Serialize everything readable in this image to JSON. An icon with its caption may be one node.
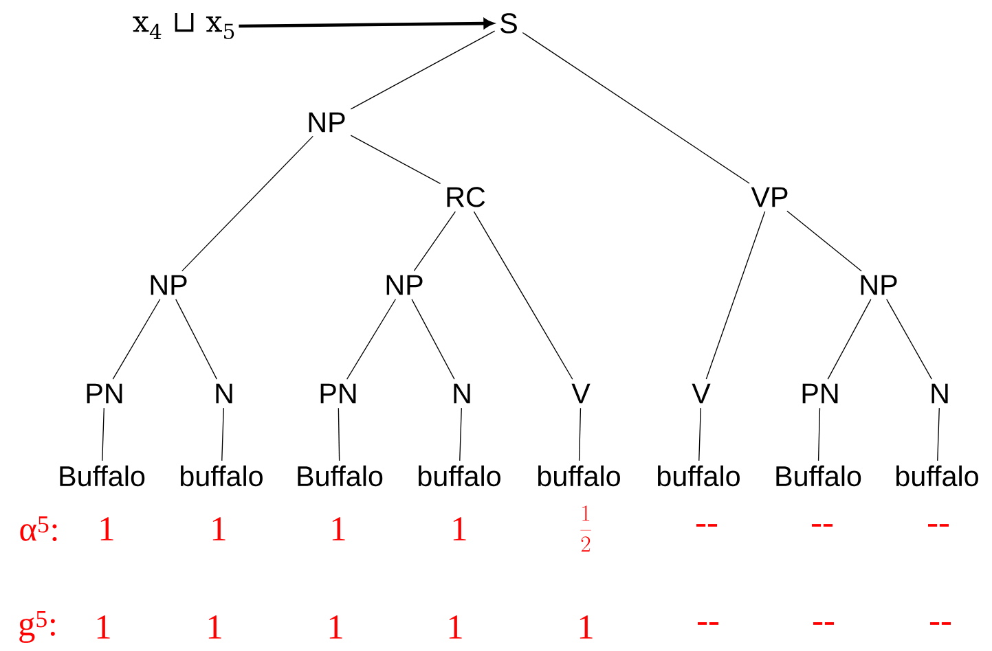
{
  "diagram": {
    "nodes": [
      {
        "text": [
          "x$_{4}$ ⊔ x$_{5}$"
        ]
      },
      {
        "text": [
          "S"
        ]
      },
      {
        "text": [
          "NP"
        ]
      },
      {
        "text": [
          "RC"
        ]
      },
      {
        "text": [
          "VP"
        ]
      },
      {
        "text": [
          "NP"
        ]
      },
      {
        "text": [
          "NP"
        ]
      },
      {
        "text": [
          "NP"
        ]
      },
      {
        "text": [
          "PN"
        ]
      },
      {
        "text": [
          "N"
        ]
      },
      {
        "text": [
          "PN"
        ]
      },
      {
        "text": [
          "N"
        ]
      },
      {
        "text": [
          "V"
        ]
      },
      {
        "text": [
          "V"
        ]
      },
      {
        "text": [
          "PN"
        ]
      },
      {
        "text": [
          "N"
        ]
      },
      {
        "text": [
          "Buffalo"
        ]
      },
      {
        "text": [
          "buffalo"
        ]
      },
      {
        "text": [
          "Buffalo"
        ]
      },
      {
        "text": [
          "buffalo"
        ]
      },
      {
        "text": [
          "buffalo"
        ]
      },
      {
        "text": [
          "buffalo"
        ]
      },
      {
        "text": [
          "Buffalo"
        ]
      },
      {
        "text": [
          "buffalo"
        ]
      }
    ],
    "edges": [
      {
        "from": 0,
        "to": 1,
        "arrow": "to",
        "style": "thick"
      },
      {
        "from": 1,
        "to": 2,
        "arrow": "none"
      },
      {
        "from": 1,
        "to": 4,
        "arrow": "none"
      },
      {
        "from": 2,
        "to": 5,
        "arrow": "none"
      },
      {
        "from": 2,
        "to": 3,
        "arrow": "none"
      },
      {
        "from": 3,
        "to": 6,
        "arrow": "none"
      },
      {
        "from": 3,
        "to": 12,
        "arrow": "none"
      },
      {
        "from": 4,
        "to": 13,
        "arrow": "none"
      },
      {
        "from": 4,
        "to": 7,
        "arrow": "none"
      },
      {
        "from": 5,
        "to": 8,
        "arrow": "none"
      },
      {
        "from": 5,
        "to": 9,
        "arrow": "none"
      },
      {
        "from": 6,
        "to": 10,
        "arrow": "none"
      },
      {
        "from": 6,
        "to": 11,
        "arrow": "none"
      },
      {
        "from": 7,
        "to": 14,
        "arrow": "none"
      },
      {
        "from": 7,
        "to": 15,
        "arrow": "none"
      },
      {
        "from": 8,
        "to": 16,
        "arrow": "none"
      },
      {
        "from": 9,
        "to": 17,
        "arrow": "none"
      },
      {
        "from": 10,
        "to": 18,
        "arrow": "none"
      },
      {
        "from": 11,
        "to": 19,
        "arrow": "none"
      },
      {
        "from": 12,
        "to": 20,
        "arrow": "none"
      },
      {
        "from": 13,
        "to": 21,
        "arrow": "none"
      },
      {
        "from": 14,
        "to": 22,
        "arrow": "none"
      },
      {
        "from": 15,
        "to": 23,
        "arrow": "none"
      }
    ],
    "labels": [
      "α$^{5}$:",
      "1",
      "1",
      "1",
      "1",
      "\\frac{1}{2}",
      "--",
      "--",
      "--",
      "g$^{5}$:",
      "1",
      "1",
      "1",
      "1",
      "1",
      "--",
      "--",
      "--"
    ]
  }
}
